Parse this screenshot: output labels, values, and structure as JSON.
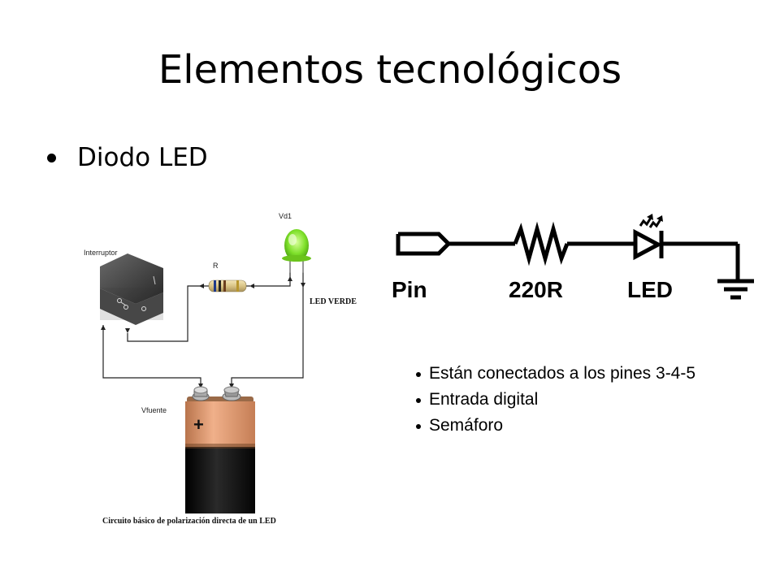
{
  "slide": {
    "title": "Elementos tecnológicos",
    "bullet": "Diodo LED"
  },
  "circuit_diagram": {
    "switch_label": "Interruptor",
    "resistor_label": "R",
    "led_label": "Vd1",
    "led_color_label": "LED VERDE",
    "battery_label": "Vfuente",
    "battery_plus": "+",
    "caption": "Circuito básico de polarización directa de un LED",
    "colors": {
      "led": "#7ee02a",
      "battery_top": "#e8a47c",
      "battery_body": "#1b1b1b",
      "switch": "#3a3a3a"
    }
  },
  "schematic": {
    "pin_label": "Pin",
    "resistor_label": "220R",
    "led_label": "LED"
  },
  "notes": {
    "items": [
      "Están conectados a los pines 3-4-5",
      "Entrada digital",
      "Semáforo"
    ]
  }
}
